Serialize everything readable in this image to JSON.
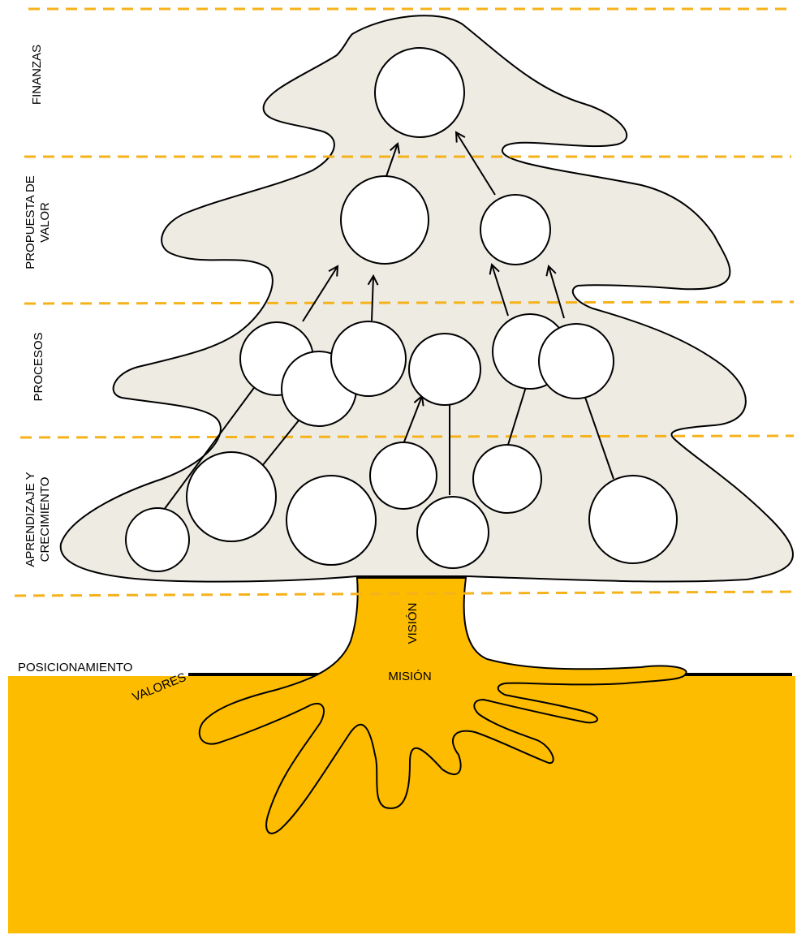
{
  "perspectives": {
    "finanzas": "FINANZAS",
    "propuesta_line1": "PROPUESTA DE",
    "propuesta_line2": "VALOR",
    "procesos": "PROCESOS",
    "aprendizaje_line1": "APRENDIZAJE Y",
    "aprendizaje_line2": "CRECIMIENTO"
  },
  "ground": {
    "posicionamiento": "POSICIONAMIENTO",
    "vision": "VISIÓN",
    "mision": "MISIÓN",
    "valores": "VALORES"
  },
  "colors": {
    "foliage": "#EEEBE3",
    "ground": "#FDBC00",
    "root": "#FDBC00",
    "dashed_line": "#F5B21A",
    "outline": "#000000"
  }
}
